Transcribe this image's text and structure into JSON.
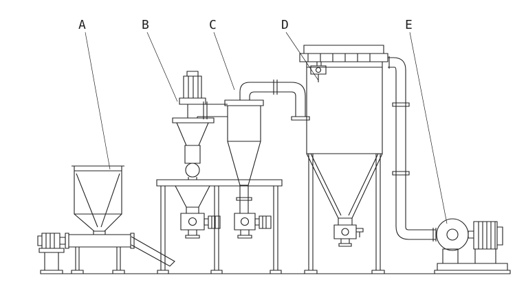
{
  "diagram": {
    "labels": [
      {
        "text": "A"
      },
      {
        "text": "B"
      },
      {
        "text": "C"
      },
      {
        "text": "D"
      },
      {
        "text": "E"
      }
    ]
  },
  "colors": {
    "line": "#1f1f1f",
    "background": "#ffffff"
  }
}
